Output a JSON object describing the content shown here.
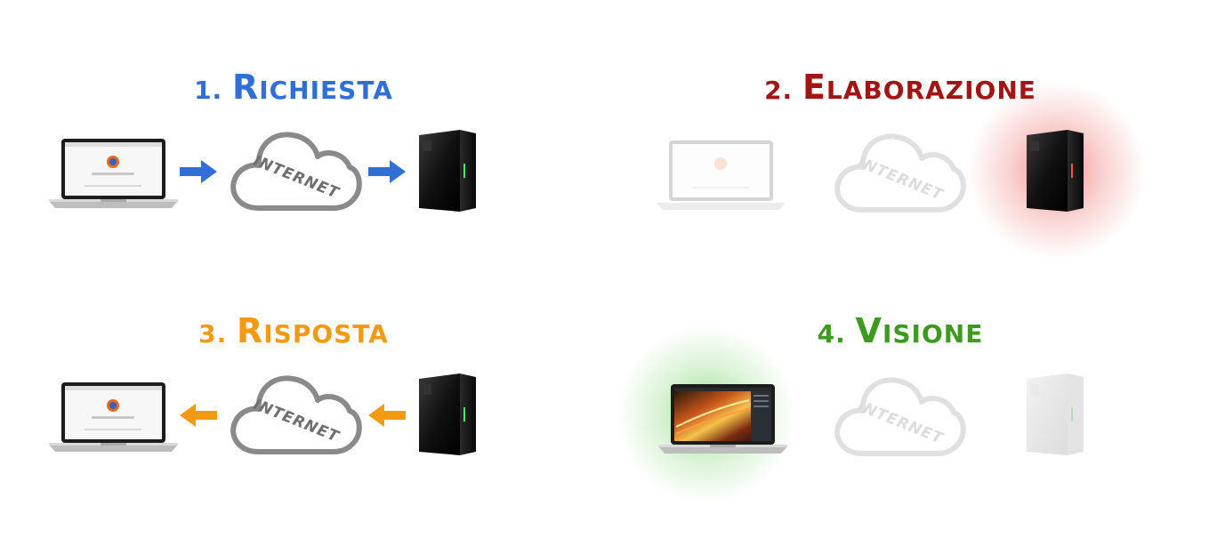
{
  "steps": [
    {
      "number": "1.",
      "initial": "R",
      "rest": "ICHIESTA",
      "color": "#2f6fd6"
    },
    {
      "number": "2.",
      "initial": "E",
      "rest": "LABORAZIONE",
      "color": "#a31515"
    },
    {
      "number": "3.",
      "initial": "R",
      "rest": "ISPOSTA",
      "color": "#f29a11"
    },
    {
      "number": "4.",
      "initial": "V",
      "rest": "ISIONE",
      "color": "#3d9a1e"
    }
  ],
  "cloud_label": "INTERNET",
  "colors": {
    "request_arrow": "#2f6fd6",
    "response_arrow": "#f29a11",
    "server_led": "#4be36b",
    "processing_glow": "#e7574f",
    "view_glow": "#5cc94a"
  },
  "icons": [
    "laptop-icon",
    "cloud-icon",
    "server-icon",
    "arrow-right-icon",
    "arrow-left-icon"
  ]
}
